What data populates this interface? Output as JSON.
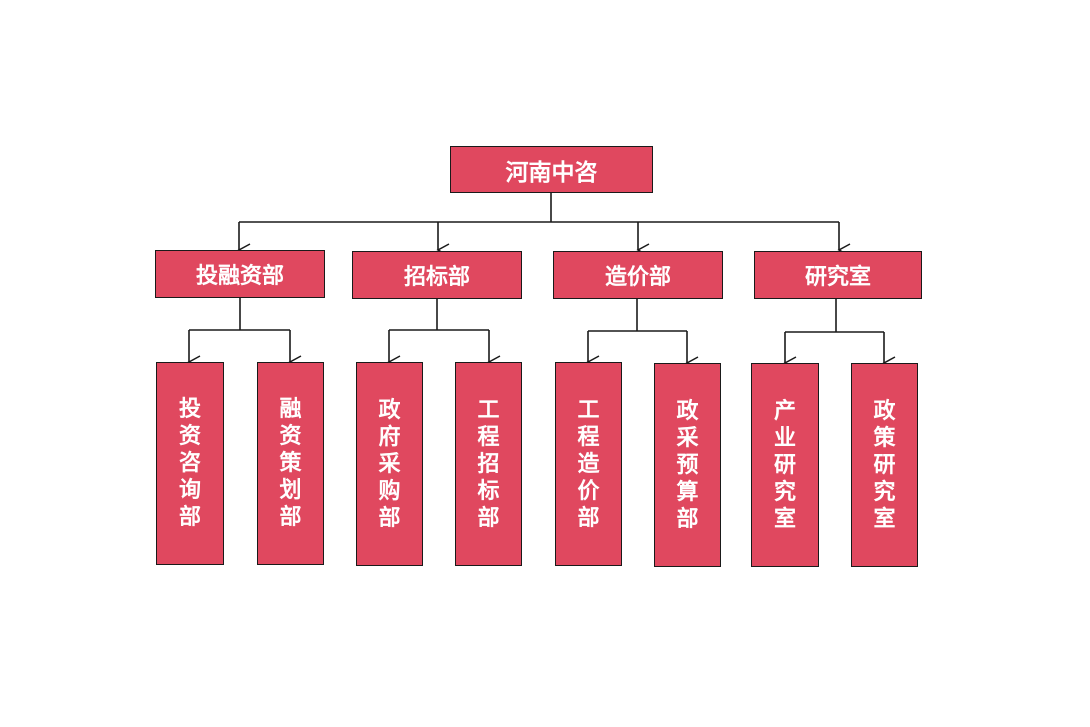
{
  "root": "河南中咨",
  "departments": [
    {
      "label": "投融资部",
      "children": [
        "投资咨询部",
        "融资策划部"
      ]
    },
    {
      "label": "招标部",
      "children": [
        "政府采购部",
        "工程招标部"
      ]
    },
    {
      "label": "造价部",
      "children": [
        "工程造价部",
        "政采预算部"
      ]
    },
    {
      "label": "研究室",
      "children": [
        "产业研究室",
        "政策研究室"
      ]
    }
  ]
}
